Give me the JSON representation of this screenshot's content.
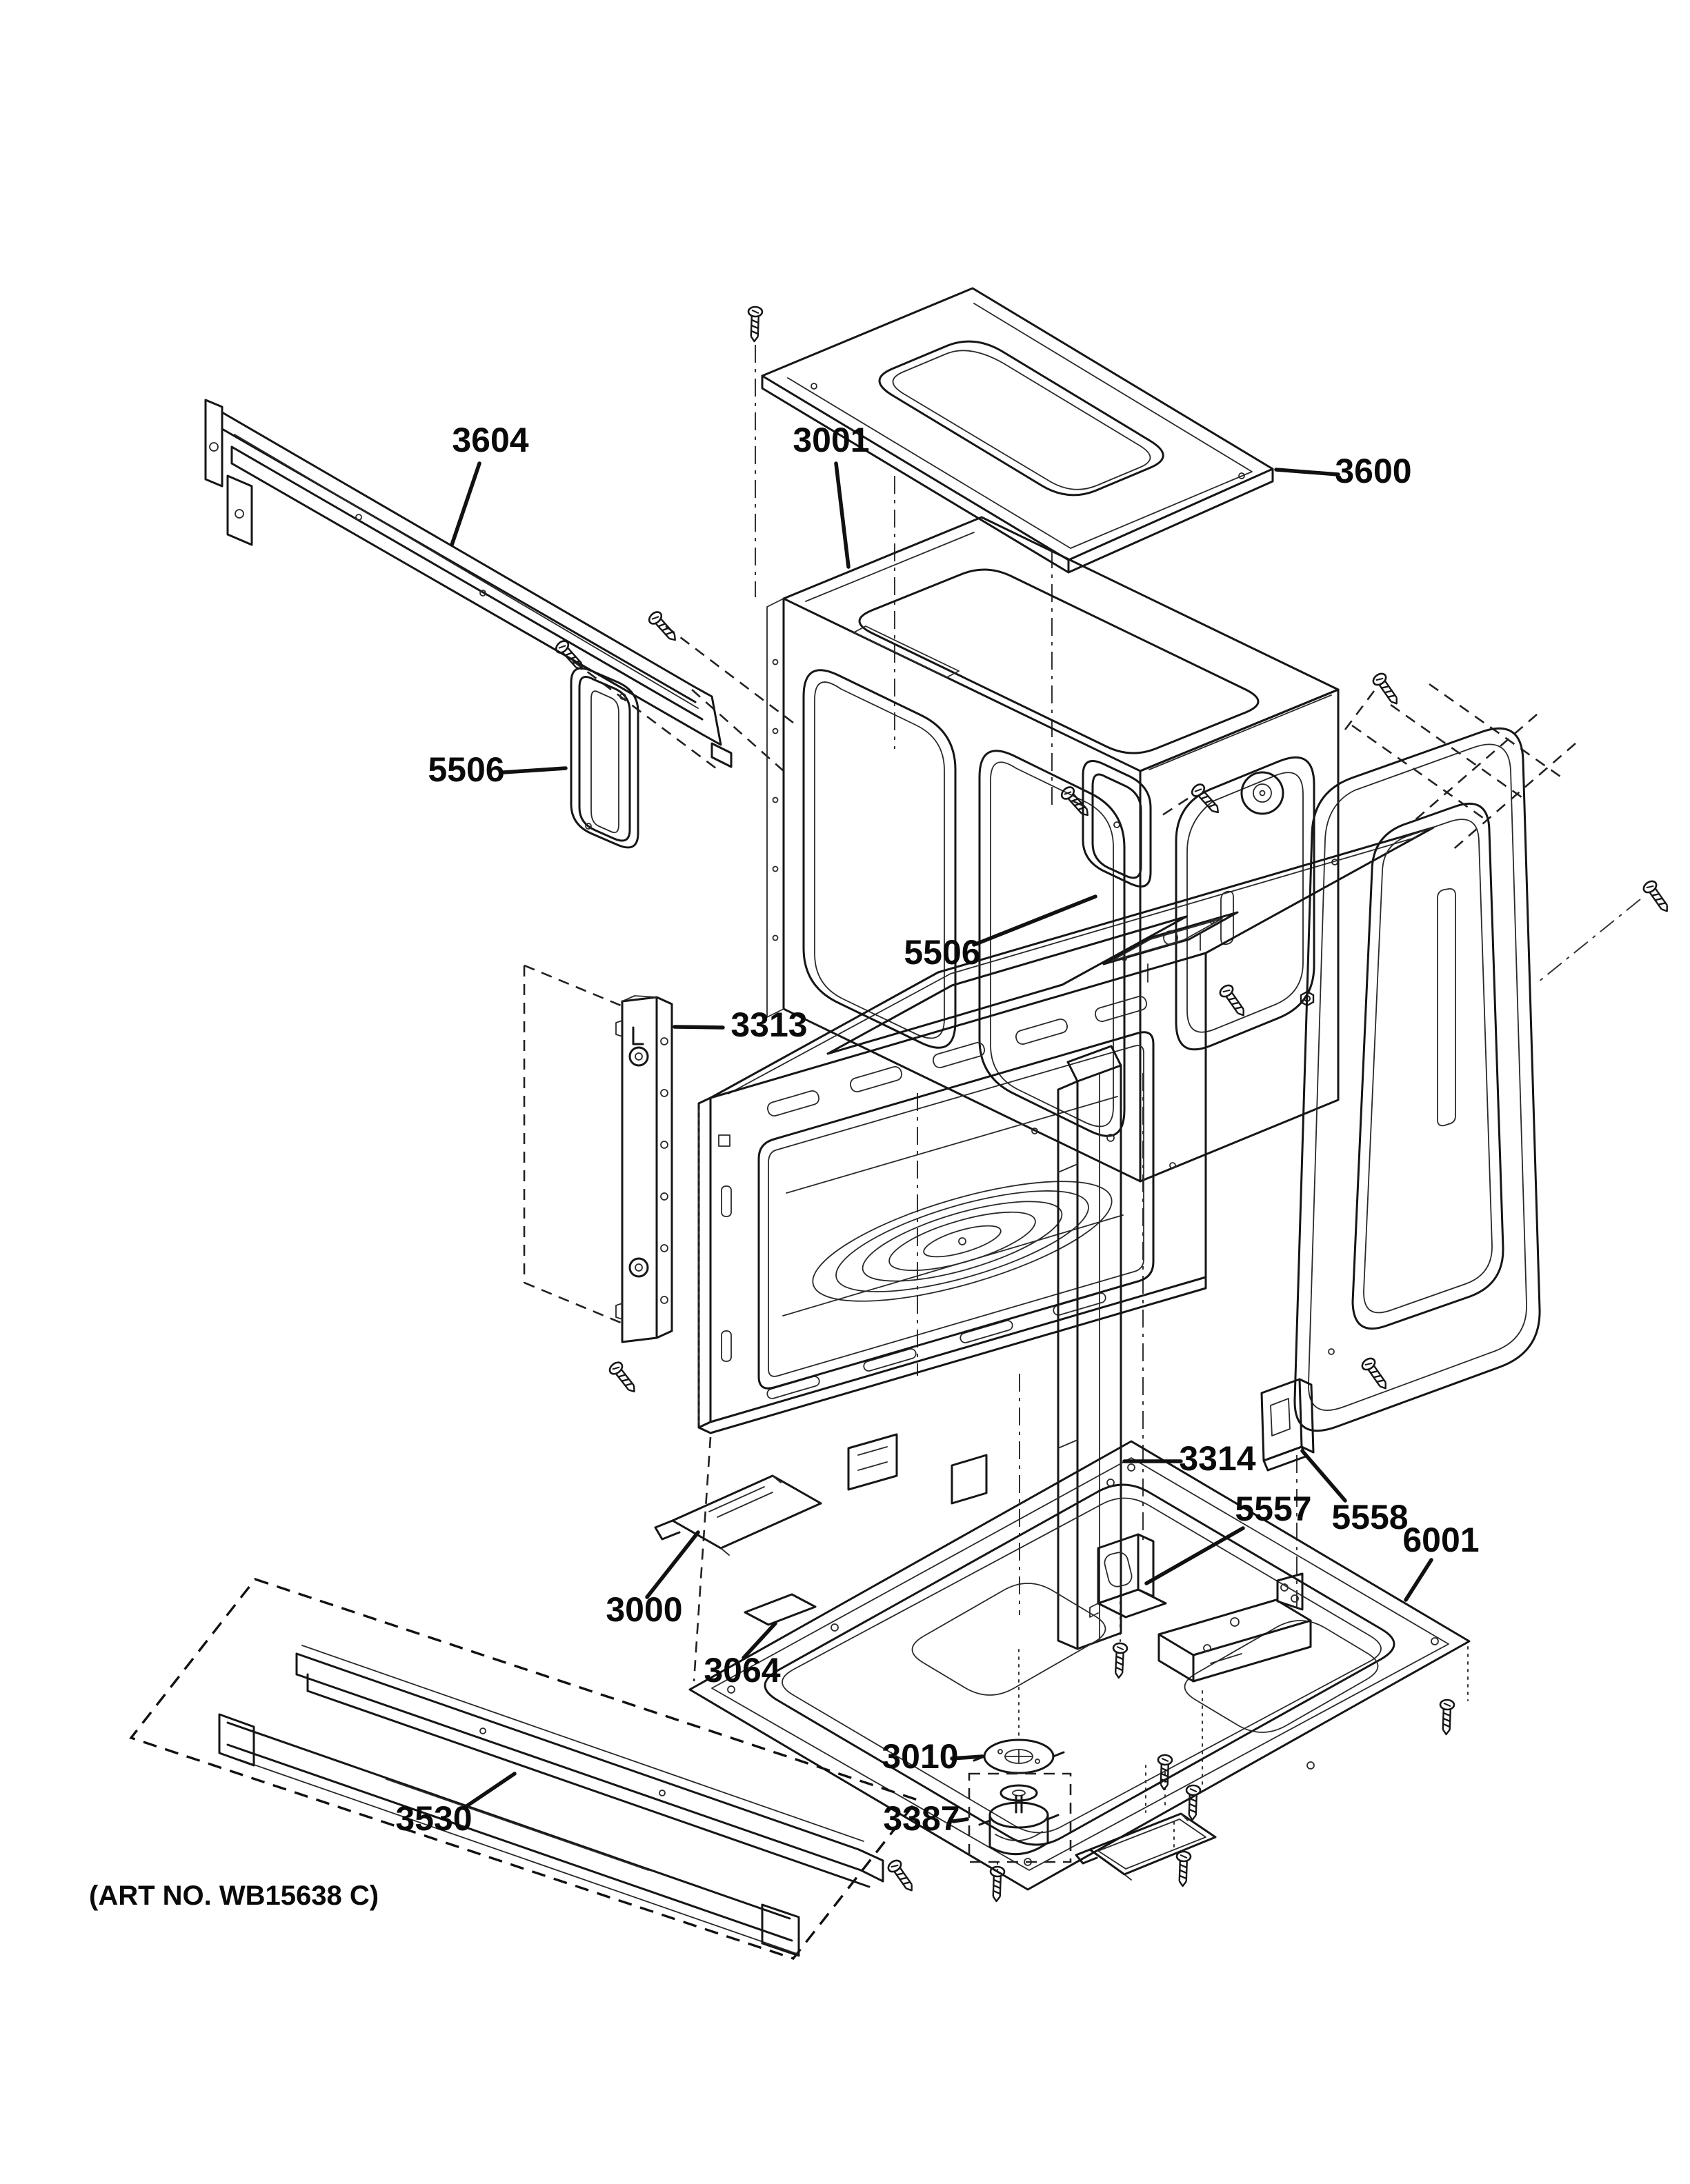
{
  "diagram": {
    "kind": "exploded-parts-diagram",
    "background": "#ffffff",
    "ink_color": "#161616"
  },
  "art_no": "(ART NO. WB15638 C)",
  "labels": [
    {
      "text": "3604"
    },
    {
      "text": "3001"
    },
    {
      "text": "3600"
    },
    {
      "text": "5506"
    },
    {
      "text": "5506"
    },
    {
      "text": "3313"
    },
    {
      "text": "3314"
    },
    {
      "text": "5557"
    },
    {
      "text": "5558"
    },
    {
      "text": "6001"
    },
    {
      "text": "3000"
    },
    {
      "text": "3064"
    },
    {
      "text": "3530"
    },
    {
      "text": "3010"
    },
    {
      "text": "3387"
    }
  ]
}
